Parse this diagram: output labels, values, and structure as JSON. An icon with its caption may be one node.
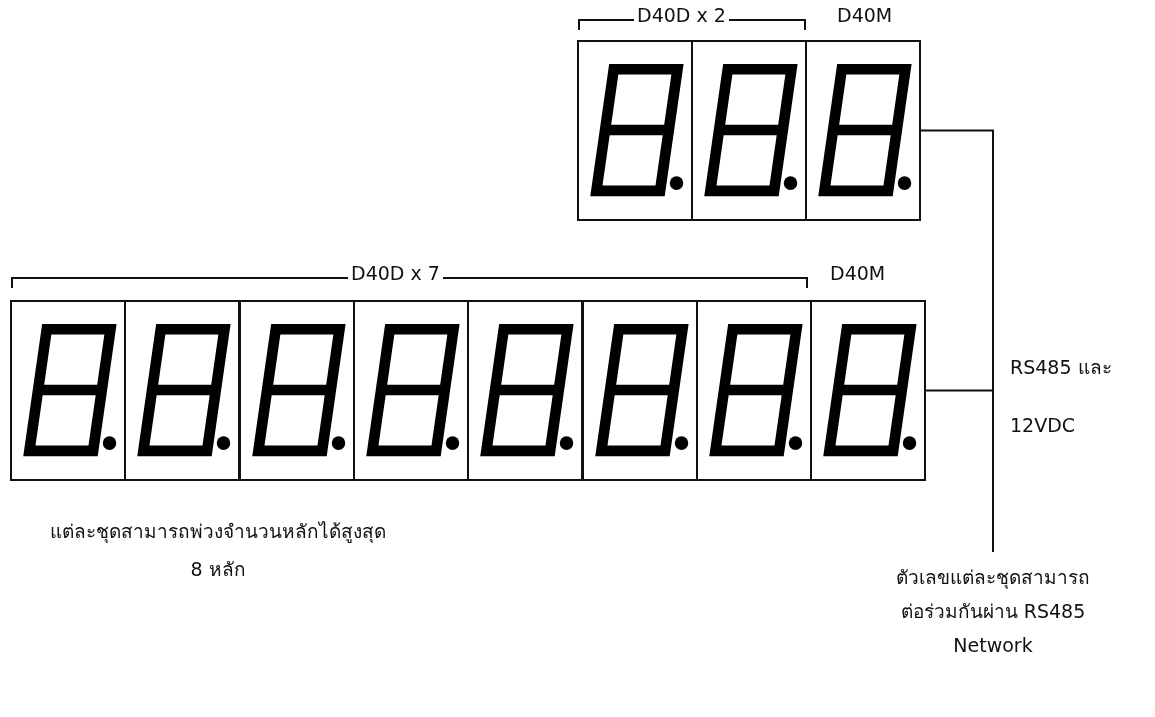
{
  "diagram": {
    "nodes": [
      {
        "text": [],
        "shape": "box"
      },
      {
        "text": [],
        "shape": "box"
      },
      {
        "text": [],
        "shape": "box"
      },
      {
        "text": [],
        "shape": "box"
      },
      {
        "text": [],
        "shape": "box"
      },
      {
        "text": [],
        "shape": "box"
      },
      {
        "text": [],
        "shape": "box"
      },
      {
        "text": [],
        "shape": "box"
      },
      {
        "text": [],
        "shape": "box"
      },
      {
        "text": [],
        "shape": "box"
      },
      {
        "text": [],
        "shape": "box"
      },
      {
        "text": [
          "ตัวเลขแต่ละชุดสามารถต่อร่วมกันผ่าน RS485 Network"
        ]
      }
    ],
    "edges": [
      {
        "from": 2,
        "to": 11,
        "arrow": "none"
      },
      {
        "from": 10,
        "to": 11,
        "arrow": "none"
      }
    ],
    "labels": [
      "D40D x 2",
      "D40M",
      "D40D x 7",
      "D40M",
      "RS485 และ 12VDC",
      "แต่ละชุดสามารถพ่วงจำนวนหลักได้สูงสุด 8 หลัก"
    ]
  }
}
